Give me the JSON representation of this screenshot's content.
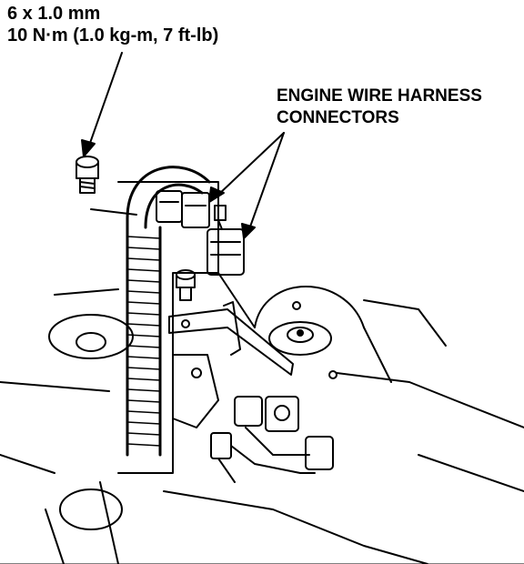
{
  "callouts": {
    "bolt_size": "6 x 1.0 mm",
    "torque": "10 N·m (1.0 kg-m, 7 ft-lb)",
    "harness_line1": "ENGINE WIRE HARNESS",
    "harness_line2": "CONNECTORS"
  },
  "colors": {
    "ink": "#000000",
    "paper": "#ffffff"
  }
}
